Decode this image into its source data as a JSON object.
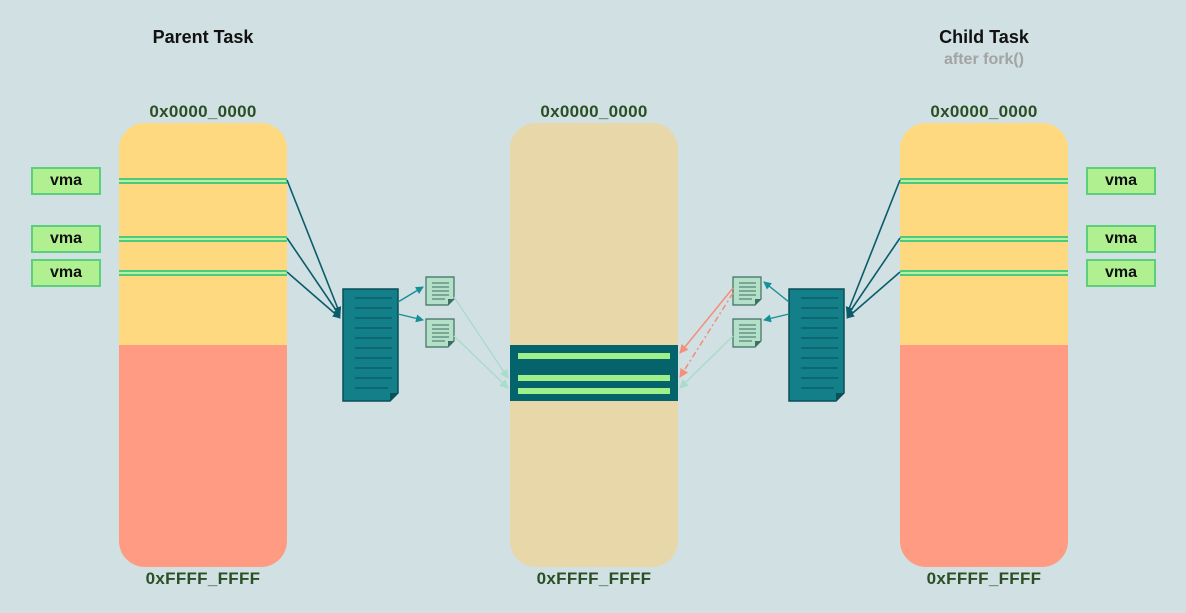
{
  "parent": {
    "title": "Parent Task",
    "addr_start": "0x0000_0000",
    "addr_end": "0xFFFF_FFFF",
    "vmas": [
      "vma",
      "vma",
      "vma"
    ]
  },
  "physical": {
    "addr_start": "0x0000_0000",
    "addr_end": "0xFFFF_FFFF"
  },
  "child": {
    "title": "Child Task",
    "subtitle": "after fork()",
    "addr_start": "0x0000_0000",
    "addr_end": "0xFFFF_FFFF",
    "vmas": [
      "vma",
      "vma",
      "vma"
    ]
  },
  "colors": {
    "background": "#d0e0e3",
    "user_space": "#ffd97f",
    "kernel_space": "#ff9b82",
    "physical_memory": "#e8d7a8",
    "page_table": "#127f89",
    "page_entry": "#b5e0c8",
    "vma": "#b0f090",
    "mapping_arrow": "#0b5c6b",
    "cow_arrow": "#f58e7a"
  }
}
